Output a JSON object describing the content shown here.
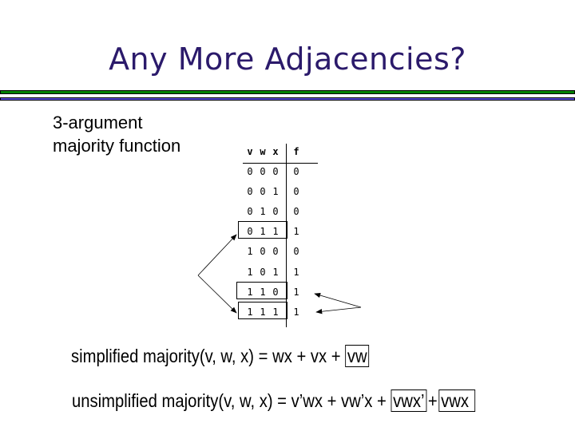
{
  "title": "Any More Adjacencies?",
  "subtitle_lines": [
    "3-argument",
    "majority function"
  ],
  "truth_table": {
    "headers": [
      "v",
      "w",
      "x",
      "f"
    ],
    "rows": [
      [
        "0",
        "0",
        "0",
        "0"
      ],
      [
        "0",
        "0",
        "1",
        "0"
      ],
      [
        "0",
        "1",
        "0",
        "0"
      ],
      [
        "0",
        "1",
        "1",
        "1"
      ],
      [
        "1",
        "0",
        "0",
        "0"
      ],
      [
        "1",
        "0",
        "1",
        "1"
      ],
      [
        "1",
        "1",
        "0",
        "1"
      ],
      [
        "1",
        "1",
        "1",
        "1"
      ]
    ],
    "boxed_rows": [
      3,
      6,
      7
    ]
  },
  "formulas": {
    "simplified_prefix": "simplified majority(v, w, x) = wx + vx + ",
    "simplified_boxed": "vw",
    "unsimplified_prefix": "unsimplified majority(v, w, x) = v’wx + vw’x + ",
    "unsimplified_boxed_1": "vwx’",
    "unsimplified_plus": "+",
    "unsimplified_boxed_2": "vwx"
  },
  "colors": {
    "title": "#2b1a6b",
    "rule_green": "#008000",
    "rule_blue": "#5a4ad8"
  }
}
